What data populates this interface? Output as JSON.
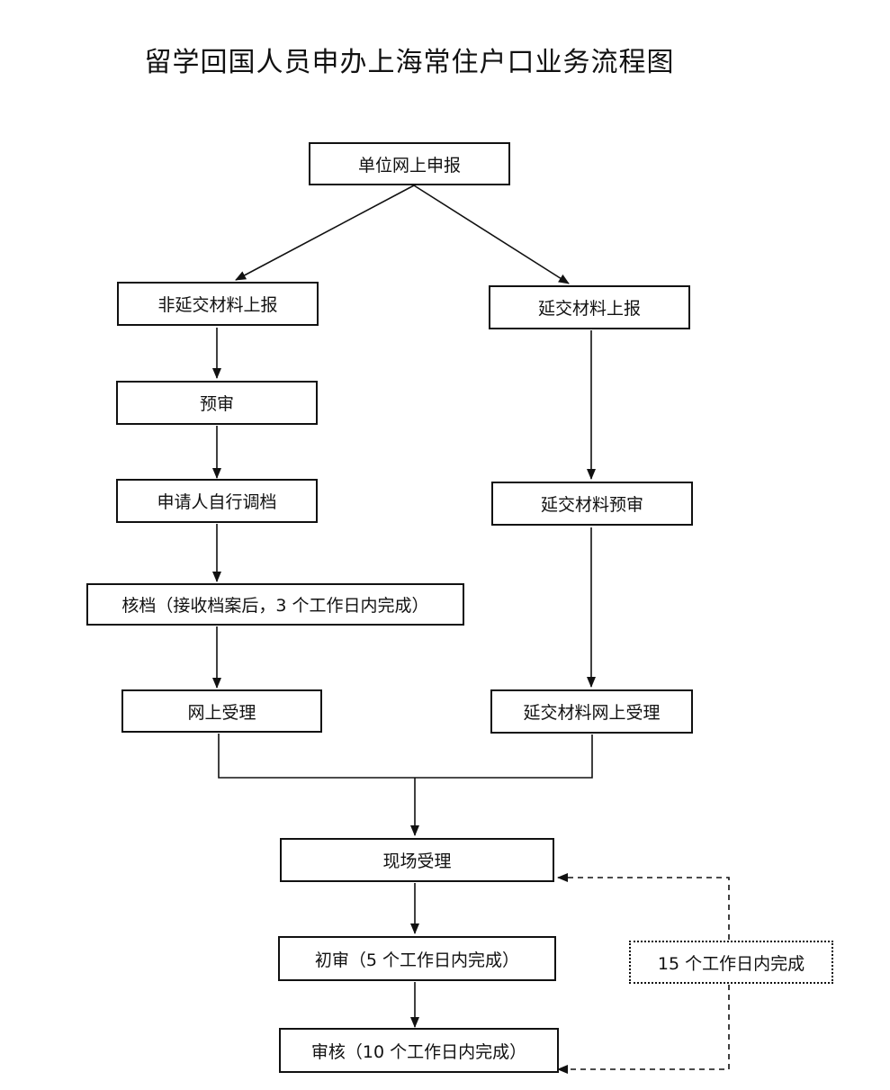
{
  "title": "留学回国人员申办上海常住户口业务流程图",
  "nodes": {
    "online_report": "单位网上申报",
    "non_deferred_report": "非延交材料上报",
    "deferred_report": "延交材料上报",
    "pre_review": "预审",
    "self_transfer_file": "申请人自行调档",
    "deferred_pre_review": "延交材料预审",
    "file_check": "核档（接收档案后，3 个工作日内完成）",
    "online_accept": "网上受理",
    "deferred_online_accept": "延交材料网上受理",
    "onsite_accept": "现场受理",
    "first_review": "初审（5 个工作日内完成）",
    "final_review": "审核（10 个工作日内完成）",
    "total_time_note": "15 个工作日内完成"
  }
}
